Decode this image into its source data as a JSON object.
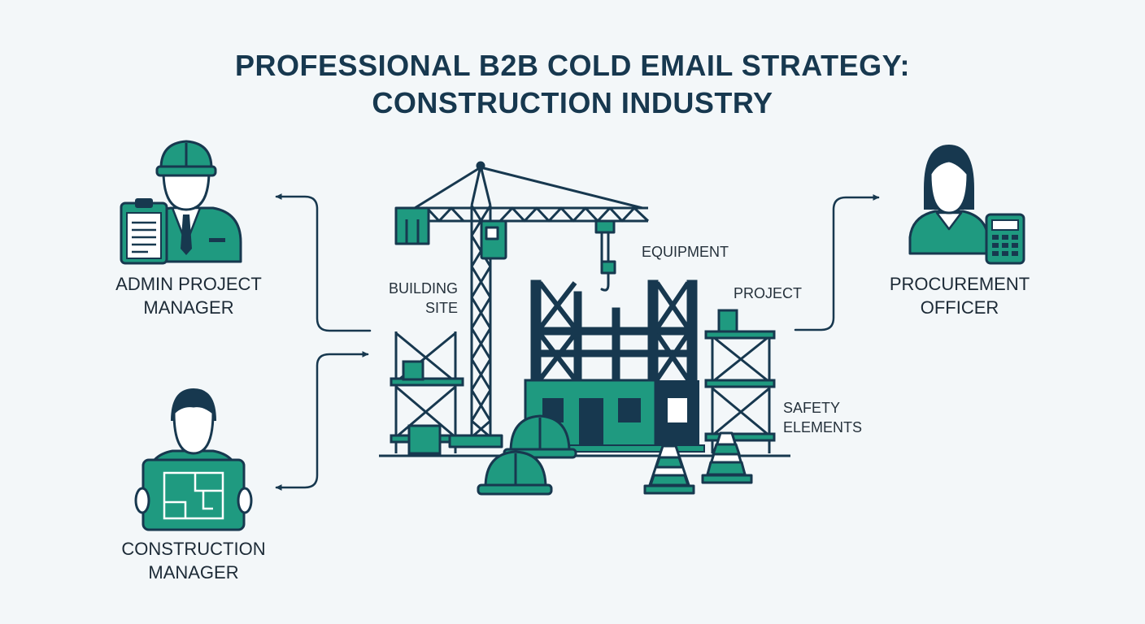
{
  "title": {
    "line1": "PROFESSIONAL B2B COLD EMAIL STRATEGY:",
    "line2": "CONSTRUCTION INDUSTRY"
  },
  "roles": {
    "admin": {
      "line1": "ADMIN PROJECT",
      "line2": "MANAGER",
      "icon": "engineer-hardhat-clipboard-icon"
    },
    "construction": {
      "line1": "CONSTRUCTION",
      "line2": "MANAGER",
      "icon": "manager-blueprint-icon"
    },
    "procurement": {
      "line1": "PROCUREMENT",
      "line2": "OFFICER",
      "icon": "officer-calculator-icon"
    }
  },
  "site_labels": {
    "building_site": {
      "line1": "BUILDING",
      "line2": "SITE"
    },
    "equipment": "EQUIPMENT",
    "project": "PROJECT",
    "safety": {
      "line1": "SAFETY",
      "line2": "ELEMENTS"
    }
  },
  "colors": {
    "navy": "#17384f",
    "teal": "#1f9a80",
    "text": "#1c2a36",
    "background": "#f3f7f9"
  }
}
